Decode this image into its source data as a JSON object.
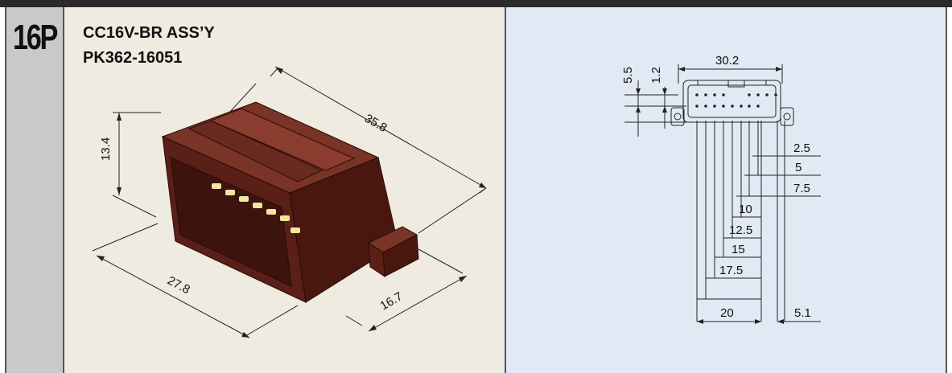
{
  "product": {
    "pin_count": "16P",
    "name": "CC16V-BR ASS’Y",
    "part_number": "PK362-16051"
  },
  "iso_dimensions": {
    "length": "35.8",
    "height": "13.4",
    "width": "27.8",
    "depth": "16.7"
  },
  "front_dimensions": {
    "overall_width": "30.2",
    "height_outer": "5.5",
    "height_inner": "1.2",
    "pitch_1": "2.5",
    "pitch_2": "5",
    "pitch_3": "7.5",
    "pitch_4": "10",
    "pitch_5": "12.5",
    "pitch_6": "15",
    "pitch_7": "17.5",
    "pitch_8": "20",
    "offset": "5.1"
  },
  "colors": {
    "housing": "#5a1f17",
    "housing_dark": "#3d130d",
    "housing_light": "#7a3327",
    "pin": "#f1e6a0",
    "left_bg": "#efebe1",
    "right_bg": "#e1e9f4"
  }
}
